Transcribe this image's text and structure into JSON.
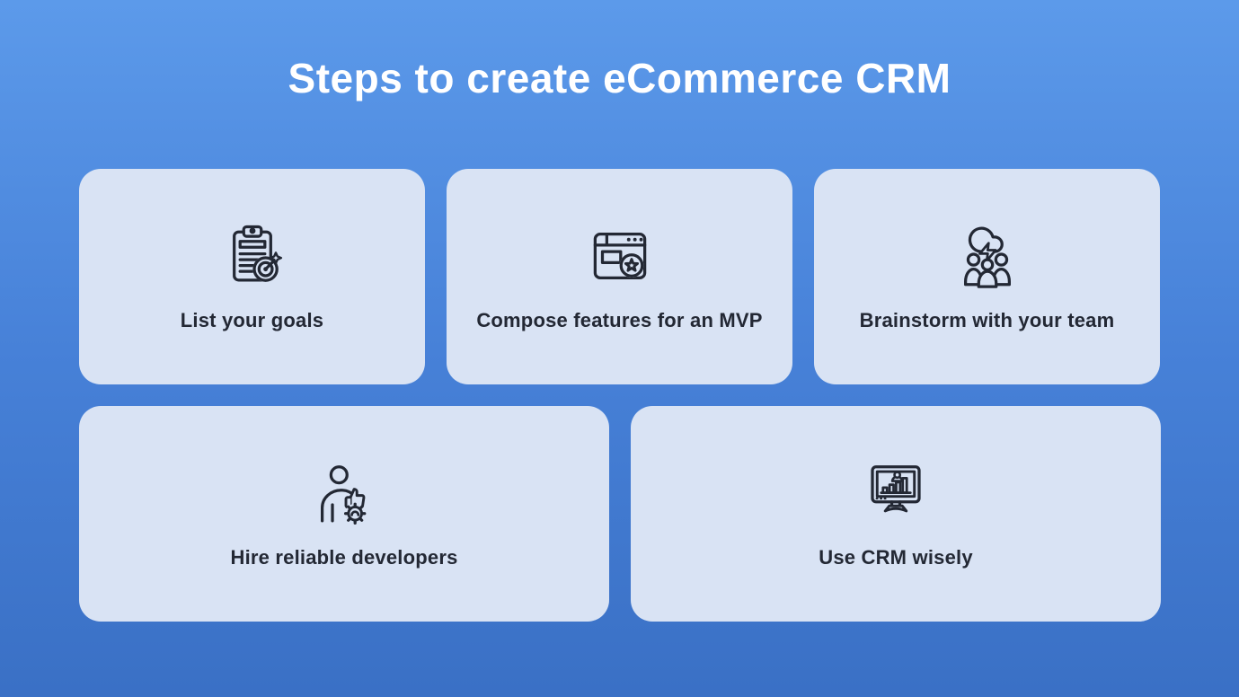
{
  "title": "Steps to create eCommerce CRM",
  "colors": {
    "background_gradient_top": "#5c9aea",
    "background_gradient_bottom": "#3a70c5",
    "card_background": "#d9e3f4",
    "label_text": "#232834",
    "title_text": "#ffffff",
    "icon_stroke": "#232834"
  },
  "cards": [
    {
      "label": "List your goals",
      "icon": "clipboard-target-icon"
    },
    {
      "label": "Compose features for an MVP",
      "icon": "browser-star-icon"
    },
    {
      "label": "Brainstorm with your team",
      "icon": "cloud-lightning-team-icon"
    },
    {
      "label": "Hire reliable developers",
      "icon": "person-thumbs-up-gear-icon"
    },
    {
      "label": "Use CRM wisely",
      "icon": "monitor-bar-chart-icon"
    }
  ]
}
